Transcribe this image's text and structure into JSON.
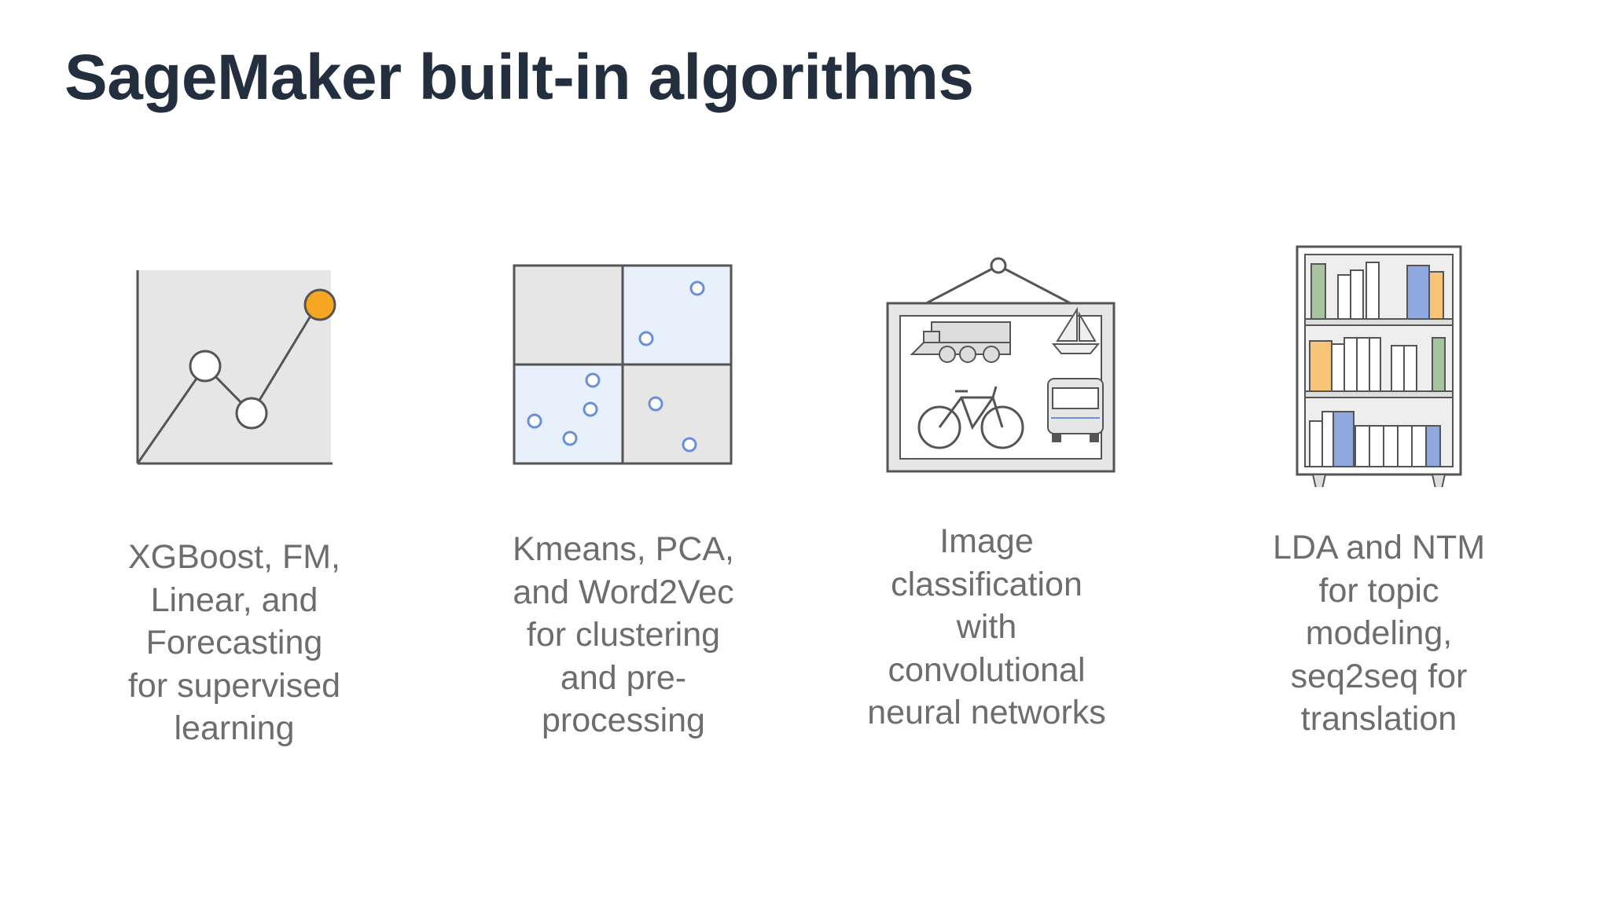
{
  "slide": {
    "title": "SageMaker built-in algorithms"
  },
  "algorithms": [
    {
      "icon": "line-chart-icon",
      "caption_lines": [
        "XGBoost, FM,",
        "Linear, and",
        "Forecasting",
        "for supervised",
        "learning"
      ],
      "colors": {
        "accent": "#f5a623",
        "panel": "#e6e6e6"
      }
    },
    {
      "icon": "cluster-grid-icon",
      "caption_lines": [
        "Kmeans, PCA,",
        "and Word2Vec",
        "for clustering",
        "and pre-",
        "processing"
      ],
      "colors": {
        "accent": "#6b8fd6",
        "panel": "#e6e6e6",
        "panel_alt": "#e8f0fb"
      }
    },
    {
      "icon": "framed-picture-icon",
      "caption_lines": [
        "Image",
        "classification",
        "with",
        "convolutional",
        "neural networks"
      ],
      "colors": {
        "frame": "#e6e6e6",
        "stroke": "#555555"
      }
    },
    {
      "icon": "bookshelf-icon",
      "caption_lines": [
        "LDA and NTM",
        "for topic",
        "modeling,",
        "seq2seq for",
        "translation"
      ],
      "colors": {
        "green": "#a9c4a0",
        "blue": "#8fa9e0",
        "orange": "#f8c477"
      }
    }
  ]
}
